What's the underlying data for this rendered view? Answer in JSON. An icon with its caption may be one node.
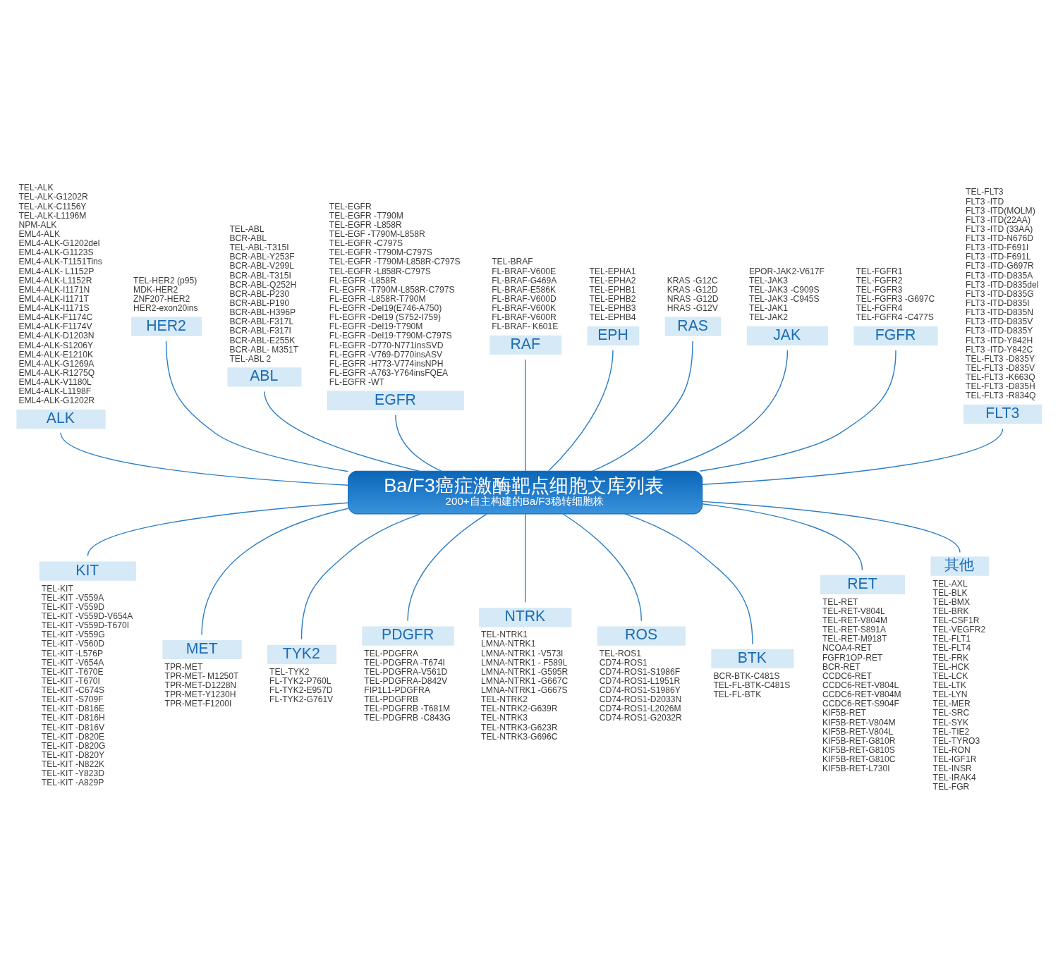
{
  "diagram": {
    "nodes": [
      {
        "text": [
          "ALK"
        ],
        "beside": [
          "TEL-ALK",
          "TEL-ALK-G1202R",
          "TEL-ALK-C1156Y",
          "TEL-ALK-L1196M",
          "NPM-ALK",
          "EML4-ALK",
          "EML4-ALK-G1202del",
          "EML4-ALK-G1123S",
          "EML4-ALK-T1151Tins",
          "EML4-ALK- L1152P",
          "EML4-ALK-L1152R",
          "EML4-ALK-I1171N",
          "EML4-ALK-I1171T",
          "EML4-ALK-I1171S",
          "EML4-ALK-F1174C",
          "EML4-ALK-F1174V",
          "EML4-ALK-D1203N",
          "EML4-ALK-S1206Y",
          "EML4-ALK-E1210K",
          "EML4-ALK-G1269A",
          "EML4-ALK-R1275Q",
          "EML4-ALK-V1180L",
          "EML4-ALK-L1198F",
          "EML4-ALK-G1202R"
        ]
      },
      {
        "text": [
          "HER2"
        ],
        "beside": [
          "TEL-HER2 (p95)",
          "MDK-HER2",
          "ZNF207-HER2",
          "HER2-exon20ins"
        ]
      },
      {
        "text": [
          "ABL"
        ],
        "beside": [
          "TEL-ABL",
          "BCR-ABL",
          "TEL-ABL-T315I",
          "BCR-ABL-Y253F",
          "BCR-ABL-V299L",
          "BCR-ABL-T315I",
          "BCR-ABL-Q252H",
          "BCR-ABL-P230",
          "BCR-ABL-P190",
          "BCR-ABL-H396P",
          "BCR-ABL-F317L",
          "BCR-ABL-F317I",
          "BCR-ABL-E255K",
          "BCR-ABL- M351T",
          "TEL-ABL 2"
        ]
      },
      {
        "text": [
          "EGFR"
        ],
        "beside": [
          "TEL-EGFR",
          "TEL-EGFR -T790M",
          "TEL-EGFR -L858R",
          "TEL-EGF -T790M-L858R",
          "TEL-EGFR -C797S",
          "TEL-EGFR -T790M-C797S",
          "TEL-EGFR -T790M-L858R-C797S",
          "TEL-EGFR -L858R-C797S",
          "FL-EGFR -L858R",
          "FL-EGFR -T790M-L858R-C797S",
          "FL-EGFR -L858R-T790M",
          "FL-EGFR -Del19(E746-A750)",
          "FL-EGFR -Del19 (S752-I759)",
          "FL-EGFR -Del19-T790M",
          "FL-EGFR -Del19-T790M-C797S",
          "FL-EGFR -D770-N771insSVD",
          "FL-EGFR -V769-D770insASV",
          "FL-EGFR -H773-V774insNPH",
          "FL-EGFR -A763-Y764insFQEA",
          "FL-EGFR -WT"
        ]
      },
      {
        "text": [
          "RAF"
        ],
        "beside": [
          "TEL-BRAF",
          "FL-BRAF-V600E",
          "FL-BRAF-G469A",
          "FL-BRAF-E586K",
          "FL-BRAF-V600D",
          "FL-BRAF-V600K",
          "FL-BRAF-V600R",
          "FL-BRAF- K601E"
        ]
      },
      {
        "text": [
          "EPH"
        ],
        "beside": [
          "TEL-EPHA1",
          "TEL-EPHA2",
          "TEL-EPHB1",
          "TEL-EPHB2",
          "TEL-EPHB3",
          "TEL-EPHB4"
        ]
      },
      {
        "text": [
          "RAS"
        ],
        "beside": [
          "KRAS -G12C",
          "KRAS -G12D",
          "NRAS -G12D",
          "HRAS -G12V"
        ]
      },
      {
        "text": [
          "JAK"
        ],
        "beside": [
          "EPOR-JAK2-V617F",
          "TEL-JAK3",
          "TEL-JAK3 -C909S",
          "TEL-JAK3 -C945S",
          "TEL-JAK1",
          "TEL-JAK2"
        ]
      },
      {
        "text": [
          "FGFR"
        ],
        "beside": [
          "TEL-FGFR1",
          "TEL-FGFR2",
          "TEL-FGFR3",
          "TEL-FGFR3 -G697C",
          "TEL-FGFR4",
          "TEL-FGFR4 -C477S"
        ]
      },
      {
        "text": [
          "FLT3"
        ],
        "beside": [
          "TEL-FLT3",
          "FLT3 -ITD",
          "FLT3 -ITD(MOLM)",
          "FLT3 -ITD(22AA)",
          "FLT3 -ITD (33AA)",
          "FLT3 -ITD-N676D",
          "FLT3 -ITD-F691I",
          "FLT3 -ITD-F691L",
          "FLT3 -ITD-G697R",
          "FLT3 -ITD-D835A",
          "FLT3 -ITD-D835del",
          "FLT3 -ITD-D835G",
          "FLT3 -ITD-D835I",
          "FLT3 -ITD-D835N",
          "FLT3 -ITD-D835V",
          "FLT3 -ITD-D835Y",
          "FLT3 -ITD-Y842H",
          "FLT3 -ITD-Y842C",
          "TEL-FLT3 -D835Y",
          "TEL-FLT3 -D835V",
          "TEL-FLT3 -K663Q",
          "TEL-FLT3 -D835H",
          "TEL-FLT3 -R834Q"
        ]
      },
      {
        "text": [
          "Ba/F3癌症激酶靶点细胞文库列表",
          "200+自主构建的Ba/F3稳转细胞株"
        ]
      },
      {
        "text": [
          "KIT"
        ],
        "beside": [
          "TEL-KIT",
          "TEL-KIT -V559A",
          "TEL-KIT -V559D",
          "TEL-KIT -V559D-V654A",
          "TEL-KIT -V559D-T670I",
          "TEL-KIT -V559G",
          "TEL-KIT -V560D",
          "TEL-KIT -L576P",
          "TEL-KIT -V654A",
          "TEL-KIT -T670E",
          "TEL-KIT -T670I",
          "TEL-KIT -C674S",
          "TEL-KIT -S709F",
          "TEL-KIT -D816E",
          "TEL-KIT -D816H",
          "TEL-KIT -D816V",
          "TEL-KIT -D820E",
          "TEL-KIT -D820G",
          "TEL-KIT -D820Y",
          "TEL-KIT -N822K",
          "TEL-KIT -Y823D",
          "TEL-KIT -A829P"
        ]
      },
      {
        "text": [
          "MET"
        ],
        "beside": [
          "TPR-MET",
          "TPR-MET- M1250T",
          "TPR-MET-D1228N",
          "TPR-MET-Y1230H",
          "TPR-MET-F1200I"
        ]
      },
      {
        "text": [
          "TYK2"
        ],
        "beside": [
          "TEL-TYK2",
          "FL-TYK2-P760L",
          "FL-TYK2-E957D",
          "FL-TYK2-G761V"
        ]
      },
      {
        "text": [
          "PDGFR"
        ],
        "beside": [
          "TEL-PDGFRA",
          "TEL-PDGFRA -T674I",
          "TEL-PDGFRA-V561D",
          "TEL-PDGFRA-D842V",
          "FIP1L1-PDGFRA",
          "TEL-PDGFRB",
          "TEL-PDGFRB -T681M",
          "TEL-PDGFRB -C843G"
        ]
      },
      {
        "text": [
          "NTRK"
        ],
        "beside": [
          "TEL-NTRK1",
          "LMNA-NTRK1",
          "LMNA-NTRK1 -V573I",
          "LMNA-NTRK1 - F589L",
          "LMNA-NTRK1 -G595R",
          "LMNA-NTRK1 -G667C",
          "LMNA-NTRK1 -G667S",
          "TEL-NTRK2",
          "TEL-NTRK2-G639R",
          "TEL-NTRK3",
          "TEL-NTRK3-G623R",
          "TEL-NTRK3-G696C"
        ]
      },
      {
        "text": [
          "ROS"
        ],
        "beside": [
          "TEL-ROS1",
          "CD74-ROS1",
          "CD74-ROS1-S1986F",
          "CD74-ROS1-L1951R",
          "CD74-ROS1-S1986Y",
          "CD74-ROS1-D2033N",
          "CD74-ROS1-L2026M",
          "CD74-ROS1-G2032R"
        ]
      },
      {
        "text": [
          "BTK"
        ],
        "beside": [
          "BCR-BTK-C481S",
          "TEL-FL-BTK-C481S",
          "TEL-FL-BTK"
        ]
      },
      {
        "text": [
          "RET"
        ],
        "beside": [
          "TEL-RET",
          "TEL-RET-V804L",
          "TEL-RET-V804M",
          "TEL-RET-S891A",
          "TEL-RET-M918T",
          "NCOA4-RET",
          "FGFR1OP-RET",
          "BCR-RET",
          "CCDC6-RET",
          "CCDC6-RET-V804L",
          "CCDC6-RET-V804M",
          "CCDC6-RET-S904F",
          "KIF5B-RET",
          "KIF5B-RET-V804M",
          "KIF5B-RET-V804L",
          "KIF5B-RET-G810R",
          "KIF5B-RET-G810S",
          "KIF5B-RET-G810C",
          "KIF5B-RET-L730I"
        ]
      },
      {
        "text": [
          "其他"
        ],
        "beside": [
          "TEL-AXL",
          "TEL-BLK",
          "TEL-BMX",
          "TEL-BRK",
          "TEL-CSF1R",
          "TEL-VEGFR2",
          "TEL-FLT1",
          "TEL-FLT4",
          "TEL-FRK",
          "TEL-HCK",
          "TEL-LCK",
          "TEL-LTK",
          "TEL-LYN",
          "TEL-MER",
          "TEL-SRC",
          "TEL-SYK",
          "TEL-TIE2",
          "TEL-TYRO3",
          "TEL-RON",
          "TEL-IGF1R",
          "TEL-INSR",
          "TEL-IRAK4",
          "TEL-FGR"
        ]
      }
    ],
    "edges": [
      {
        "from": 10,
        "to": 0,
        "arrow": "none"
      },
      {
        "from": 10,
        "to": 1,
        "arrow": "none"
      },
      {
        "from": 10,
        "to": 2,
        "arrow": "none"
      },
      {
        "from": 10,
        "to": 3,
        "arrow": "none"
      },
      {
        "from": 10,
        "to": 4,
        "arrow": "none"
      },
      {
        "from": 10,
        "to": 5,
        "arrow": "none"
      },
      {
        "from": 10,
        "to": 6,
        "arrow": "none"
      },
      {
        "from": 10,
        "to": 7,
        "arrow": "none"
      },
      {
        "from": 10,
        "to": 8,
        "arrow": "none"
      },
      {
        "from": 10,
        "to": 9,
        "arrow": "none"
      },
      {
        "from": 10,
        "to": 11,
        "arrow": "none"
      },
      {
        "from": 10,
        "to": 12,
        "arrow": "none"
      },
      {
        "from": 10,
        "to": 13,
        "arrow": "none"
      },
      {
        "from": 10,
        "to": 14,
        "arrow": "none"
      },
      {
        "from": 10,
        "to": 15,
        "arrow": "none"
      },
      {
        "from": 10,
        "to": 16,
        "arrow": "none"
      },
      {
        "from": 10,
        "to": 17,
        "arrow": "none"
      },
      {
        "from": 10,
        "to": 18,
        "arrow": "none"
      },
      {
        "from": 10,
        "to": 19,
        "arrow": "none"
      }
    ]
  }
}
